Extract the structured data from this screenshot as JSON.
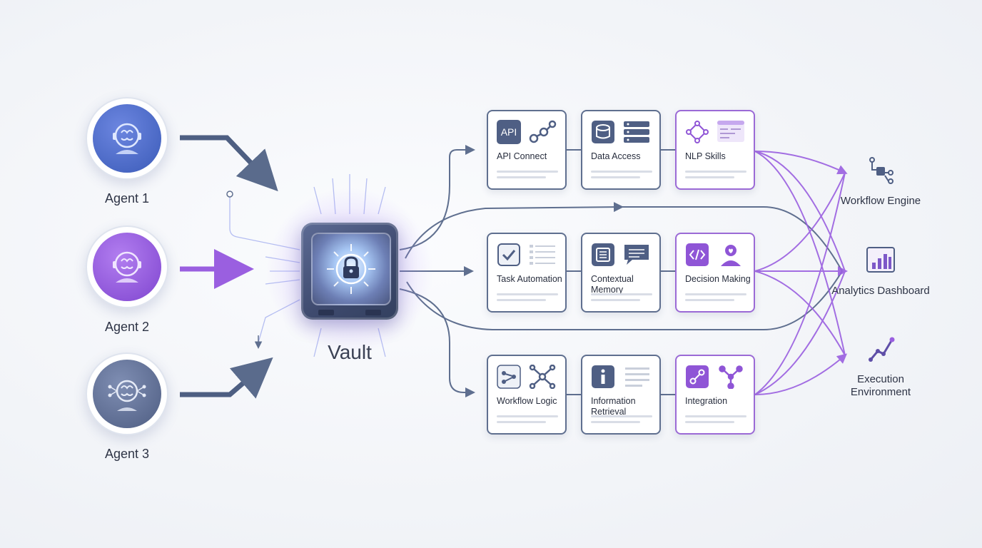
{
  "agents": [
    {
      "label": "Agent 1"
    },
    {
      "label": "Agent 2"
    },
    {
      "label": "Agent 3"
    }
  ],
  "vault": {
    "label": "Vault"
  },
  "modules": [
    {
      "title": "API Connect",
      "icon": "api-badge-icon",
      "icon2": "connect-nodes-icon"
    },
    {
      "title": "Data Access",
      "icon": "database-icon",
      "icon2": "server-stack-icon"
    },
    {
      "title": "NLP Skills",
      "icon": "nlp-network-icon",
      "icon2": "text-window-icon"
    },
    {
      "title": "Task Automation",
      "icon": "checkbox-icon",
      "icon2": "checklist-icon"
    },
    {
      "title": "Contextual Memory",
      "icon": "memory-icon",
      "icon2": "chat-bubble-icon"
    },
    {
      "title": "Decision Making",
      "icon": "code-icon",
      "icon2": "user-heart-icon"
    },
    {
      "title": "Workflow Logic",
      "icon": "workflow-icon",
      "icon2": "network-icon"
    },
    {
      "title": "Information Retrieval",
      "icon": "info-icon",
      "icon2": "document-lines-icon"
    },
    {
      "title": "Integration",
      "icon": "integration-icon",
      "icon2": "branch-icon"
    }
  ],
  "outputs": [
    {
      "label": "Workflow Engine",
      "icon": "workflow-engine-icon"
    },
    {
      "label": "Analytics Dashboard",
      "icon": "bar-chart-icon"
    },
    {
      "label": "Execution Environment",
      "icon": "trend-line-icon"
    }
  ],
  "colors": {
    "slate": "#5f6f8f",
    "purple": "#9b6ad6",
    "blue": "#4a6fc4"
  }
}
